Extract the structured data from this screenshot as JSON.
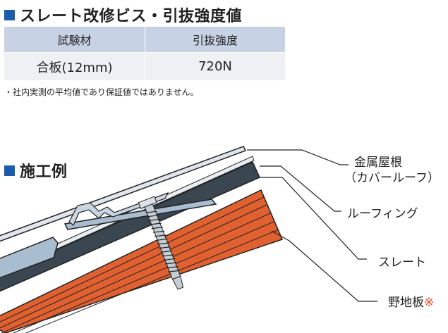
{
  "spec_section": {
    "title": "スレート改修ビス・引抜強度値",
    "table": {
      "headers": [
        "試験材",
        "引抜強度"
      ],
      "rows": [
        [
          "合板(12mm)",
          "720N"
        ]
      ]
    },
    "note": "・社内実測の平均値であり保証値ではありません。"
  },
  "example_section": {
    "title": "施工例",
    "labels": {
      "metal_roof_line1": "金属屋根",
      "metal_roof_line2": "（カバールーフ）",
      "roofing": "ルーフィング",
      "slate": "スレート",
      "sheathing": "野地板",
      "sheathing_mark": "※"
    }
  },
  "colors": {
    "accent": "#1c5cad",
    "table_header_bg": "#c7d3e4",
    "table_body_bg": "#eef0f3",
    "slate": "#3a4650",
    "sheathing": "#e06030",
    "mark": "#e8451e"
  }
}
